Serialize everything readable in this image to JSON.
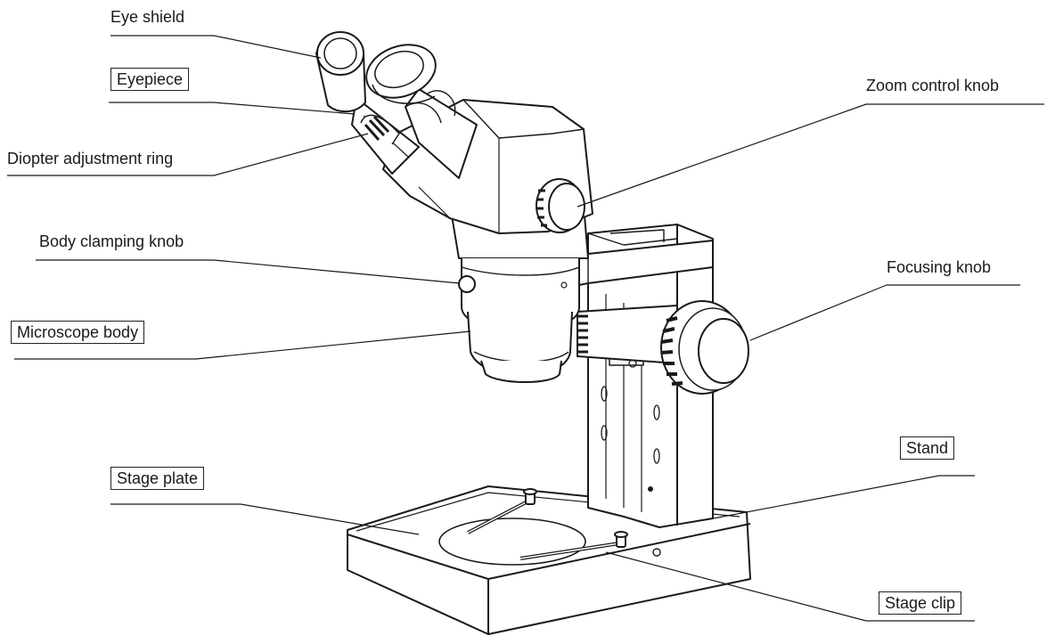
{
  "labels": {
    "eye_shield": "Eye shield",
    "eyepiece": "Eyepiece",
    "diopter_ring": "Diopter adjustment ring",
    "body_clamping_knob": "Body clamping knob",
    "microscope_body": "Microscope body",
    "stage_plate": "Stage plate",
    "zoom_control_knob": "Zoom control knob",
    "focusing_knob": "Focusing knob",
    "stand": "Stand",
    "stage_clip": "Stage clip"
  },
  "colors": {
    "line": "#1a1a1a",
    "background": "#ffffff",
    "shade": "#2a2a2a"
  }
}
